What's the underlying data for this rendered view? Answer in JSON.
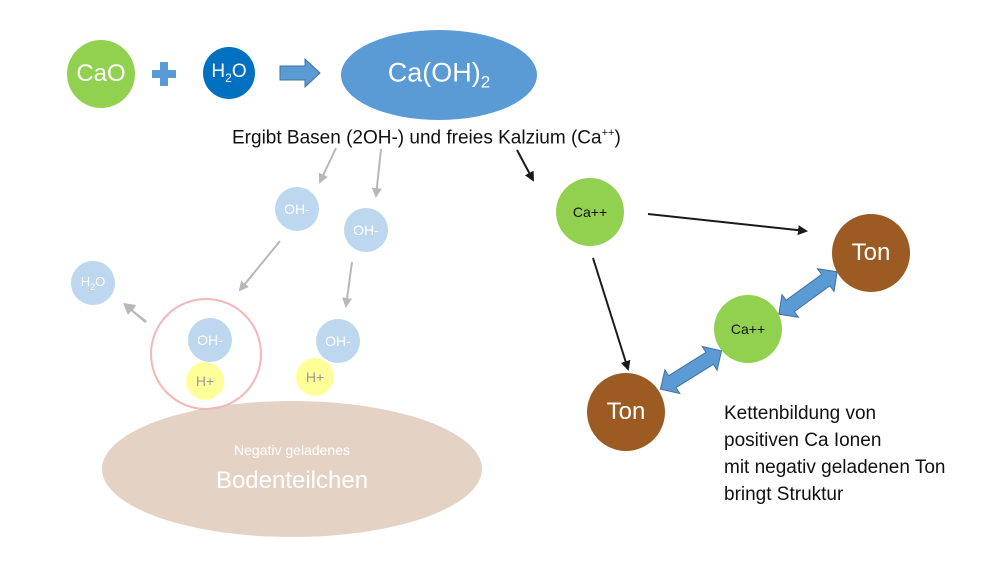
{
  "equation": {
    "reactant1": "CaO",
    "plus": "+",
    "reactant2_main": "H",
    "reactant2_sub": "2",
    "reactant2_tail": "O",
    "product_main": "Ca(OH)",
    "product_sub": "2"
  },
  "result_text": {
    "prefix": "Ergibt Basen (2OH-) und freies Kalzium (Ca",
    "sup": "++",
    "suffix": ")"
  },
  "left_panel": {
    "oh_top_1": "OH-",
    "oh_top_2": "OH-",
    "water_main": "H",
    "water_sub": "2",
    "water_tail": "O",
    "oh_ring": "OH-",
    "h_ring": "H+",
    "oh_right": "OH-",
    "h_right": "H+",
    "soil_line1": "Negativ geladenes",
    "soil_line2": "Bodenteilchen"
  },
  "right_panel": {
    "calcium_top": "Ca++",
    "calcium_middle": "Ca++",
    "clay_right": "Ton",
    "clay_left": "Ton",
    "caption": [
      "Kettenbildung von",
      "positiven Ca Ionen",
      "mit negativ geladenen Ton",
      "bringt Struktur"
    ]
  },
  "colors": {
    "green": "#92d050",
    "dark_blue": "#0070c0",
    "medium_blue": "#5b9bd5",
    "light_blue": "#bdd7ee",
    "yellow": "#ffff99",
    "brown": "#9c5b22",
    "tan": "#e4d3c5",
    "ring": "#f4b6b6"
  }
}
